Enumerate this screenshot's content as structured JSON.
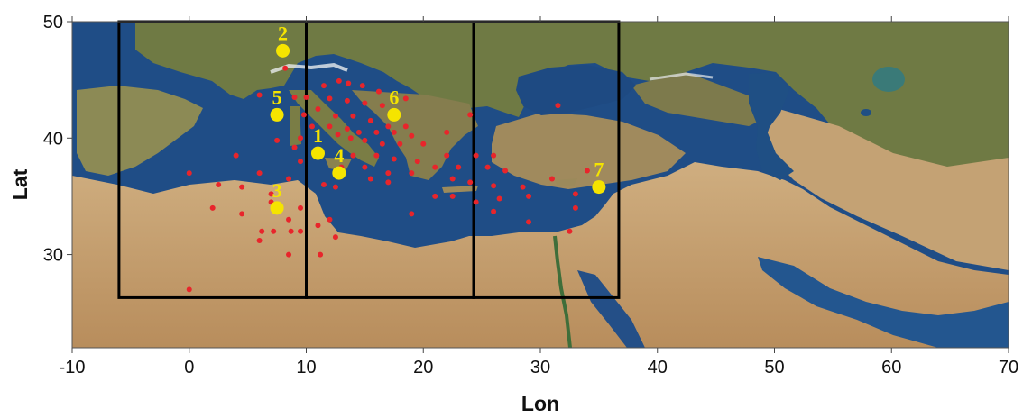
{
  "map": {
    "xlabel": "Lon",
    "ylabel": "Lat",
    "xlim": [
      -10,
      70
    ],
    "ylim": [
      22,
      50
    ],
    "x_ticks": [
      -10,
      0,
      10,
      20,
      30,
      40,
      50,
      60,
      70
    ],
    "y_ticks": [
      30,
      40,
      50
    ],
    "colors": {
      "sea": "#22528e",
      "land": "#c9a77c",
      "highlight_sites": "#f5e400",
      "stations": "#e8252b",
      "boxes": "#000000"
    },
    "regions": [
      {
        "lon": [
          -6,
          10
        ],
        "lat": [
          26.3,
          50
        ]
      },
      {
        "lon": [
          10,
          24.3
        ],
        "lat": [
          26.3,
          50
        ]
      },
      {
        "lon": [
          24.3,
          36.7
        ],
        "lat": [
          26.3,
          50
        ]
      }
    ],
    "sites": [
      {
        "label": "1",
        "lon": 11.0,
        "lat": 38.7
      },
      {
        "label": "2",
        "lon": 8.0,
        "lat": 47.5
      },
      {
        "label": "3",
        "lon": 7.5,
        "lat": 34.0
      },
      {
        "label": "4",
        "lon": 12.8,
        "lat": 37.0
      },
      {
        "label": "5",
        "lon": 7.5,
        "lat": 42.0
      },
      {
        "label": "6",
        "lon": 17.5,
        "lat": 42.0
      },
      {
        "label": "7",
        "lon": 35.0,
        "lat": 35.8
      }
    ],
    "stations": [
      [
        8.2,
        46.0
      ],
      [
        11.5,
        44.5
      ],
      [
        12.8,
        44.9
      ],
      [
        13.6,
        44.7
      ],
      [
        14.8,
        44.5
      ],
      [
        16.2,
        44.0
      ],
      [
        18.5,
        43.4
      ],
      [
        6.0,
        43.7
      ],
      [
        9.0,
        43.5
      ],
      [
        10.0,
        43.5
      ],
      [
        12.0,
        43.4
      ],
      [
        13.5,
        43.2
      ],
      [
        15.0,
        43.0
      ],
      [
        16.5,
        42.8
      ],
      [
        9.8,
        42.0
      ],
      [
        11.0,
        42.5
      ],
      [
        12.5,
        41.9
      ],
      [
        14.0,
        41.9
      ],
      [
        15.5,
        41.5
      ],
      [
        17.0,
        41.0
      ],
      [
        18.5,
        41.0
      ],
      [
        24.0,
        42.0
      ],
      [
        10.5,
        41.0
      ],
      [
        12.0,
        41.0
      ],
      [
        13.5,
        40.8
      ],
      [
        14.5,
        40.5
      ],
      [
        16.0,
        40.5
      ],
      [
        17.5,
        40.5
      ],
      [
        19.0,
        40.2
      ],
      [
        22.0,
        40.5
      ],
      [
        31.5,
        42.8
      ],
      [
        9.5,
        40.0
      ],
      [
        12.7,
        40.3
      ],
      [
        13.8,
        40.0
      ],
      [
        15.0,
        39.8
      ],
      [
        16.5,
        39.5
      ],
      [
        18.0,
        39.5
      ],
      [
        20.0,
        39.5
      ],
      [
        7.5,
        39.8
      ],
      [
        9.0,
        39.2
      ],
      [
        11.0,
        39.0
      ],
      [
        14.0,
        38.5
      ],
      [
        16.0,
        38.5
      ],
      [
        17.5,
        38.2
      ],
      [
        19.5,
        38.0
      ],
      [
        22.0,
        38.5
      ],
      [
        24.5,
        38.5
      ],
      [
        26.0,
        38.5
      ],
      [
        4.0,
        38.5
      ],
      [
        9.5,
        38.0
      ],
      [
        13.0,
        37.5
      ],
      [
        15.0,
        37.5
      ],
      [
        17.0,
        37.0
      ],
      [
        19.0,
        37.0
      ],
      [
        21.0,
        37.5
      ],
      [
        23.0,
        37.5
      ],
      [
        25.5,
        37.5
      ],
      [
        27.0,
        37.2
      ],
      [
        34.0,
        37.2
      ],
      [
        0.0,
        37.0
      ],
      [
        6.0,
        37.0
      ],
      [
        8.5,
        36.5
      ],
      [
        11.5,
        36.0
      ],
      [
        15.5,
        36.5
      ],
      [
        17.0,
        36.2
      ],
      [
        22.5,
        36.5
      ],
      [
        24.0,
        36.2
      ],
      [
        2.5,
        36.0
      ],
      [
        4.5,
        35.8
      ],
      [
        26.0,
        35.9
      ],
      [
        28.5,
        35.8
      ],
      [
        31.0,
        36.5
      ],
      [
        12.5,
        35.8
      ],
      [
        7.0,
        35.2
      ],
      [
        21.0,
        35.0
      ],
      [
        22.5,
        35.0
      ],
      [
        24.5,
        34.5
      ],
      [
        26.5,
        34.8
      ],
      [
        29.0,
        35.0
      ],
      [
        33.0,
        35.2
      ],
      [
        2.0,
        34.0
      ],
      [
        7.0,
        34.5
      ],
      [
        9.5,
        34.0
      ],
      [
        26.0,
        33.7
      ],
      [
        4.5,
        33.5
      ],
      [
        19.0,
        33.5
      ],
      [
        29.0,
        32.8
      ],
      [
        33.0,
        34.0
      ],
      [
        8.5,
        33.0
      ],
      [
        12.0,
        33.0
      ],
      [
        6.2,
        32.0
      ],
      [
        7.2,
        32.0
      ],
      [
        8.7,
        32.0
      ],
      [
        9.5,
        32.0
      ],
      [
        11.0,
        32.5
      ],
      [
        12.5,
        31.5
      ],
      [
        6.0,
        31.2
      ],
      [
        32.5,
        32.0
      ],
      [
        8.5,
        30.0
      ],
      [
        11.2,
        30.0
      ],
      [
        0.0,
        27.0
      ]
    ]
  }
}
